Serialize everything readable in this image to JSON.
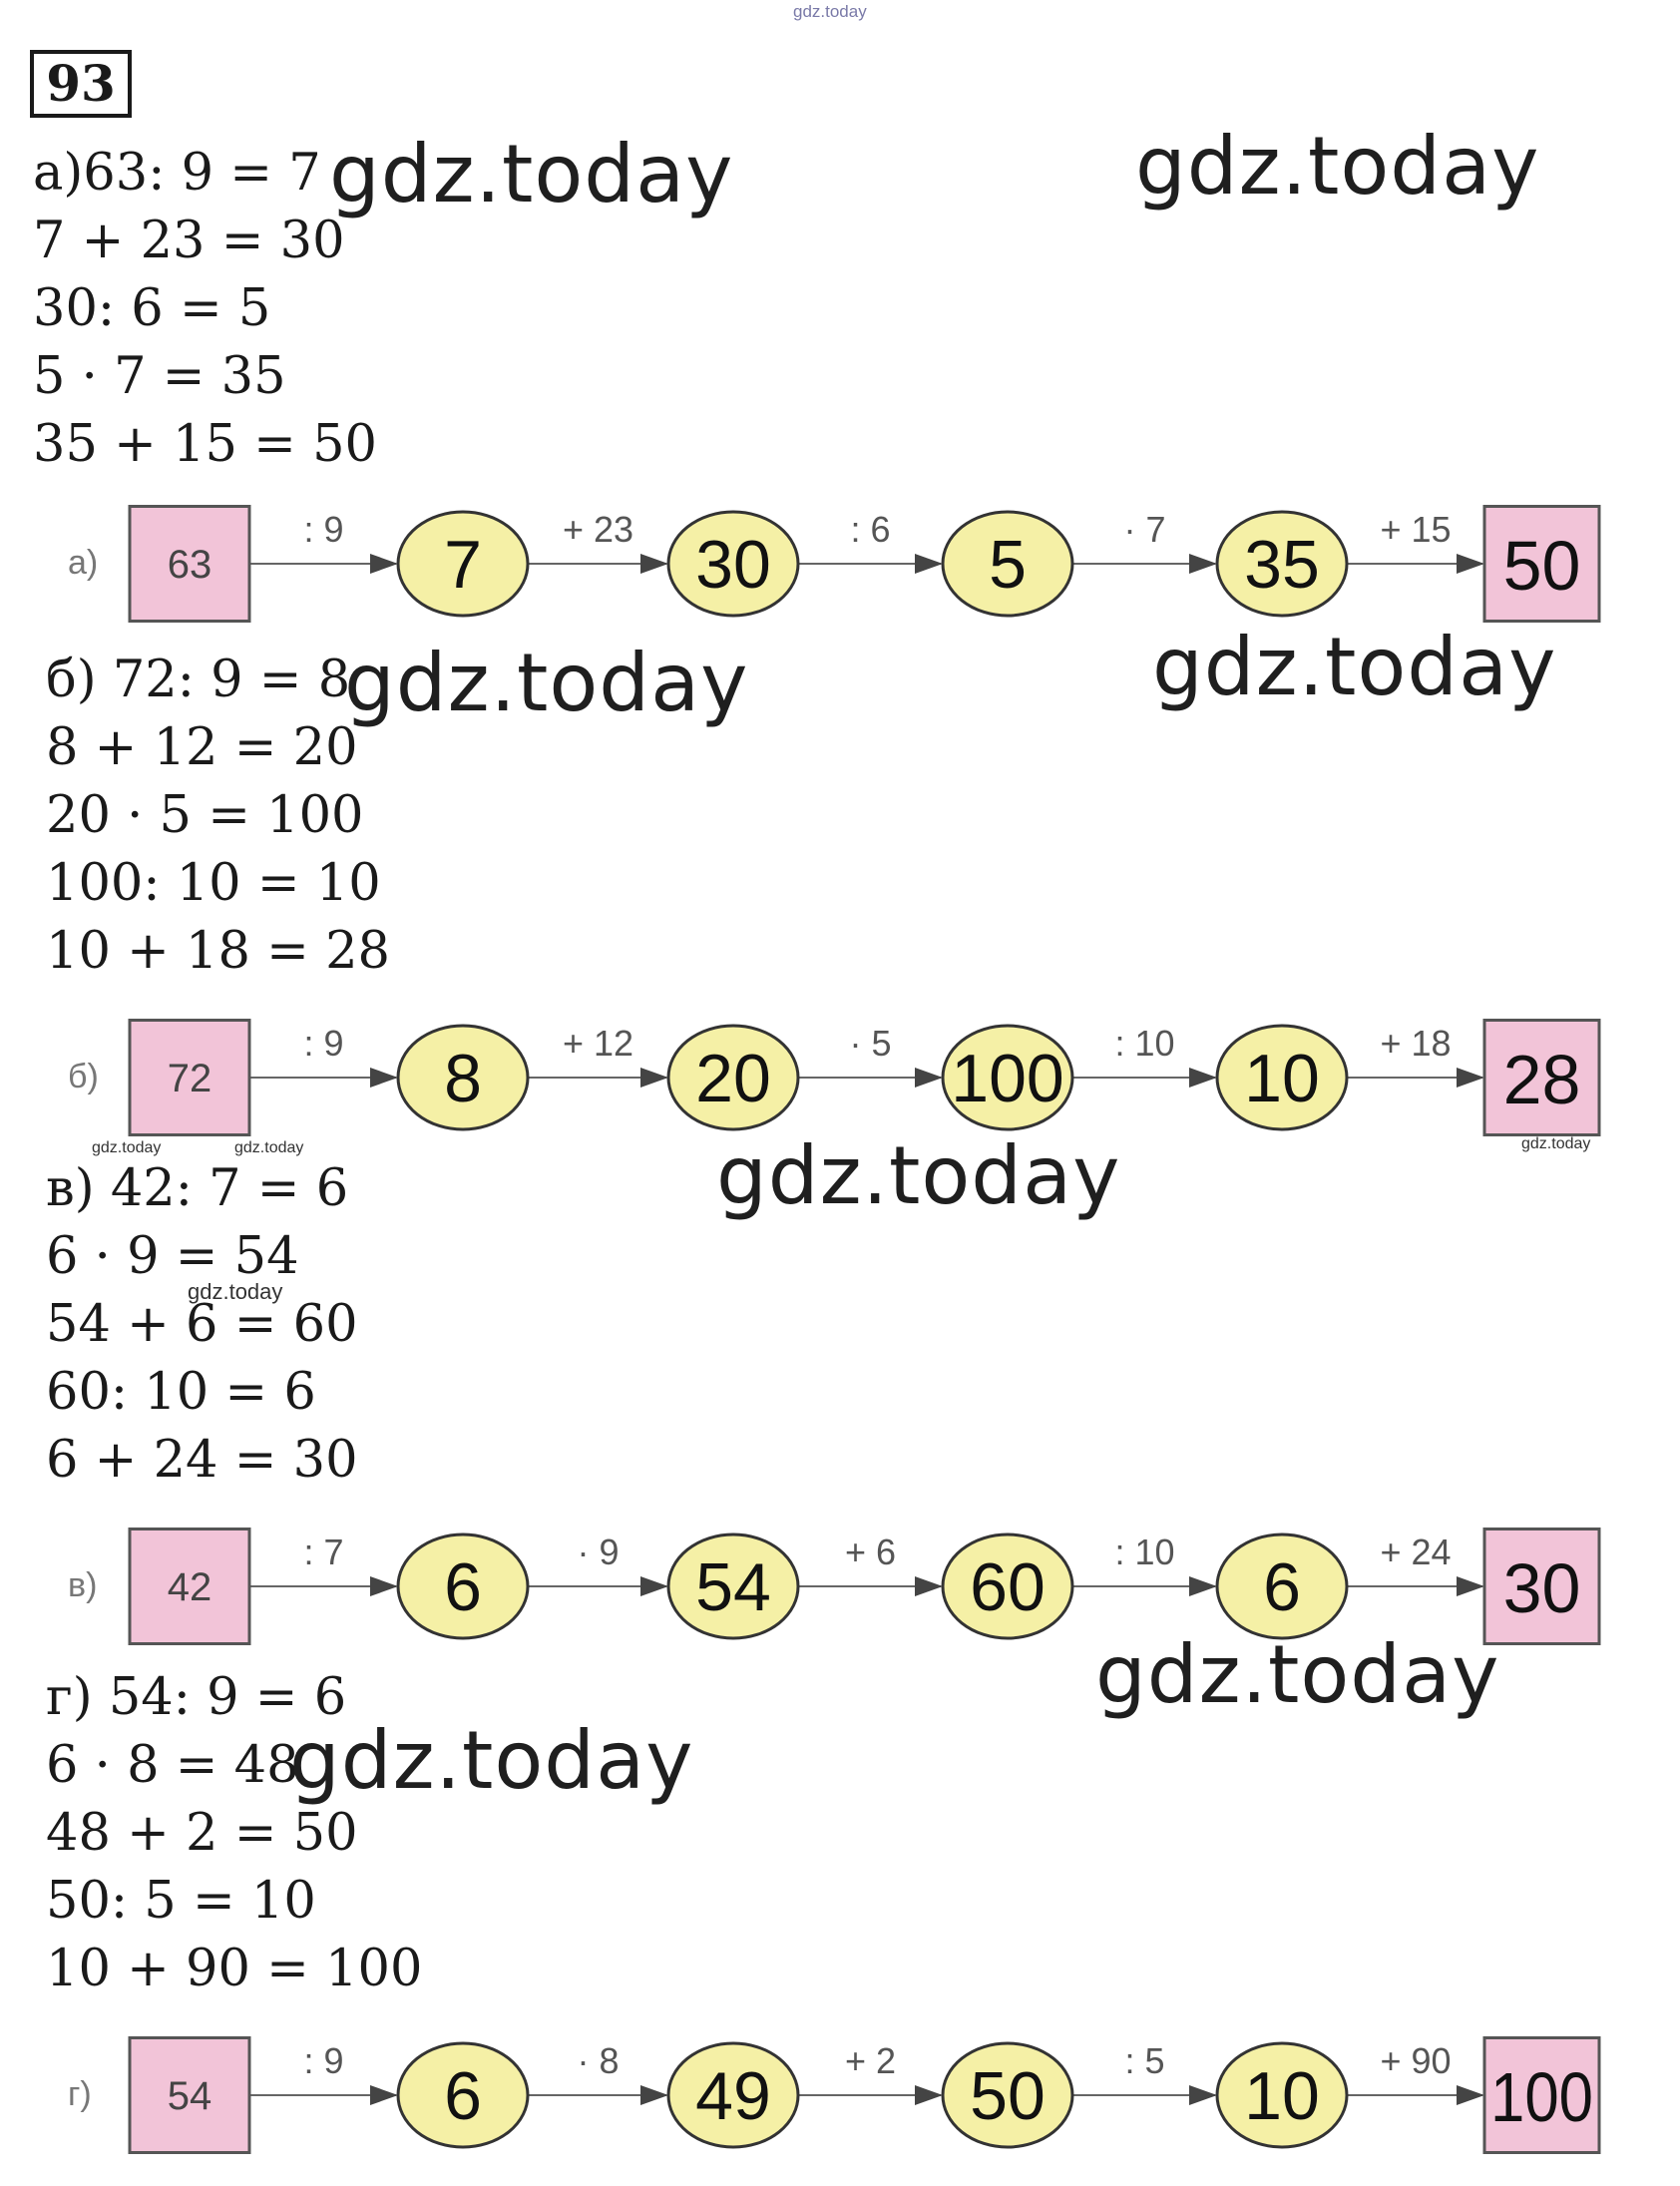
{
  "header": {
    "number": "93",
    "watermark_small": "gdz.today"
  },
  "watermark": "gdz.today",
  "watermark_small": "gdz.today",
  "colors": {
    "box_fill": "#f2c4d8",
    "circle_fill": "#f5f0a6",
    "line": "#666666"
  },
  "sections": [
    {
      "equations": [
        "а)63: 9  = 7",
        "7 + 23 = 30",
        "30: 6 = 5",
        "5 · 7 = 35",
        "35 + 15 = 50"
      ],
      "chain": {
        "label": "а)",
        "start": "63",
        "ops": [
          ": 9",
          "+ 23",
          ": 6",
          "· 7",
          "+ 15"
        ],
        "values": [
          "7",
          "30",
          "5",
          "35"
        ],
        "result": "50"
      }
    },
    {
      "equations": [
        "б) 72: 9 = 8",
        "8 + 12 = 20",
        "20 · 5 = 100",
        "100: 10 = 10",
        "10 + 18 = 28"
      ],
      "chain": {
        "label": "б)",
        "start": "72",
        "ops": [
          ": 9",
          "+ 12",
          "· 5",
          ": 10",
          "+ 18"
        ],
        "values": [
          "8",
          "20",
          "100",
          "10"
        ],
        "result": "28"
      }
    },
    {
      "equations": [
        "в) 42: 7 = 6",
        "6 · 9 = 54",
        "54 + 6 = 60",
        "60: 10 = 6",
        "6 + 24 = 30"
      ],
      "chain": {
        "label": "в)",
        "start": "42",
        "ops": [
          ": 7",
          "· 9",
          "+ 6",
          ": 10",
          "+ 24"
        ],
        "values": [
          "6",
          "54",
          "60",
          "6"
        ],
        "result": "30"
      }
    },
    {
      "equations": [
        "г) 54: 9 = 6",
        "6 · 8 = 48",
        "48 + 2 = 50",
        "50: 5 = 10",
        "10 + 90 = 100"
      ],
      "chain": {
        "label": "г)",
        "start": "54",
        "ops": [
          ": 9",
          "· 8",
          "+ 2",
          ": 5",
          "+ 90"
        ],
        "values": [
          "6",
          "49",
          "50",
          "10"
        ],
        "result": "100"
      }
    }
  ]
}
